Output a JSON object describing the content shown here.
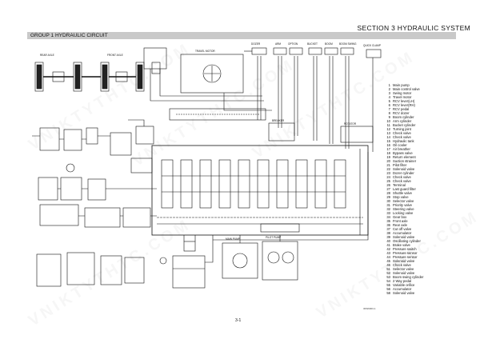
{
  "header": {
    "section_title": "SECTION 3 HYDRAULIC SYSTEM",
    "group_title": "GROUP 1 HYDRAULIC CIRCUIT"
  },
  "footer": {
    "page_number": "3-1",
    "drawing_code": "30W9003-1"
  },
  "watermark": {
    "text": "VNIKTYTHTC.COM"
  },
  "diagram_labels": {
    "rear_axle": "REAR AXLE",
    "front_axle": "FRONT AXLE",
    "travel_motor": "TRAVEL MOTOR",
    "dozer": "DOZER",
    "arm": "ARM",
    "option": "OPTION",
    "bucket": "BUCKET",
    "boom": "BOOM",
    "boom_swing": "BOOM SWING",
    "quick_clamp": "QUICK CLAMP",
    "breaker": "BREAKER",
    "rotator": "ROTATOR",
    "main_pump": "MAIN PUMP",
    "pilot_pump": "PILOT PUMP"
  },
  "legend": [
    {
      "num": "1",
      "label": "Main pump"
    },
    {
      "num": "2",
      "label": "Main control valve"
    },
    {
      "num": "3",
      "label": "Swing motor"
    },
    {
      "num": "4",
      "label": "Travel motor"
    },
    {
      "num": "5",
      "label": "RCV lever(LH)"
    },
    {
      "num": "6",
      "label": "RCV lever(RH)"
    },
    {
      "num": "7",
      "label": "RCV pedal"
    },
    {
      "num": "8",
      "label": "RCV dozer"
    },
    {
      "num": "9",
      "label": "Boom cylinder"
    },
    {
      "num": "10",
      "label": "Arm cylinder"
    },
    {
      "num": "11",
      "label": "Bucket cylinder"
    },
    {
      "num": "12",
      "label": "Turning joint"
    },
    {
      "num": "13",
      "label": "Check valve"
    },
    {
      "num": "14",
      "label": "Check valve"
    },
    {
      "num": "15",
      "label": "Hydraulic tank"
    },
    {
      "num": "16",
      "label": "Oil cooler"
    },
    {
      "num": "17",
      "label": "Air breather"
    },
    {
      "num": "18",
      "label": "Bypass valve"
    },
    {
      "num": "19",
      "label": "Return element"
    },
    {
      "num": "20",
      "label": "Suction strainer"
    },
    {
      "num": "21",
      "label": "Pilot filter"
    },
    {
      "num": "22",
      "label": "Solenoid valve"
    },
    {
      "num": "23",
      "label": "Dozer cylinder"
    },
    {
      "num": "24",
      "label": "Check valve"
    },
    {
      "num": "25",
      "label": "Check valve"
    },
    {
      "num": "26",
      "label": "Terminal"
    },
    {
      "num": "27",
      "label": "Last guard filter"
    },
    {
      "num": "28",
      "label": "Shuttle valve"
    },
    {
      "num": "29",
      "label": "Stop valve"
    },
    {
      "num": "30",
      "label": "Selector valve"
    },
    {
      "num": "31",
      "label": "Priority valve"
    },
    {
      "num": "32",
      "label": "Steering valve"
    },
    {
      "num": "33",
      "label": "Locking valve"
    },
    {
      "num": "34",
      "label": "Gear box"
    },
    {
      "num": "35",
      "label": "Front axle"
    },
    {
      "num": "36",
      "label": "Rear axle"
    },
    {
      "num": "37",
      "label": "Cut off valve"
    },
    {
      "num": "38",
      "label": "Accumulator"
    },
    {
      "num": "39",
      "label": "Solenoid valve"
    },
    {
      "num": "40",
      "label": "Oscillating cylinder"
    },
    {
      "num": "41",
      "label": "Brake valve"
    },
    {
      "num": "42",
      "label": "Pressure switch"
    },
    {
      "num": "43",
      "label": "Pressure sensor"
    },
    {
      "num": "44",
      "label": "Pressure sensor"
    },
    {
      "num": "45",
      "label": "Solenoid valve"
    },
    {
      "num": "46",
      "label": "Check valve"
    },
    {
      "num": "51",
      "label": "Selector valve"
    },
    {
      "num": "52",
      "label": "Solenoid valve"
    },
    {
      "num": "53",
      "label": "Boom swing cylinder"
    },
    {
      "num": "54",
      "label": "2 Way pedal"
    },
    {
      "num": "55",
      "label": "Variable orifice"
    },
    {
      "num": "56",
      "label": "Accumulator"
    },
    {
      "num": "58",
      "label": "Solenoid valve"
    }
  ]
}
